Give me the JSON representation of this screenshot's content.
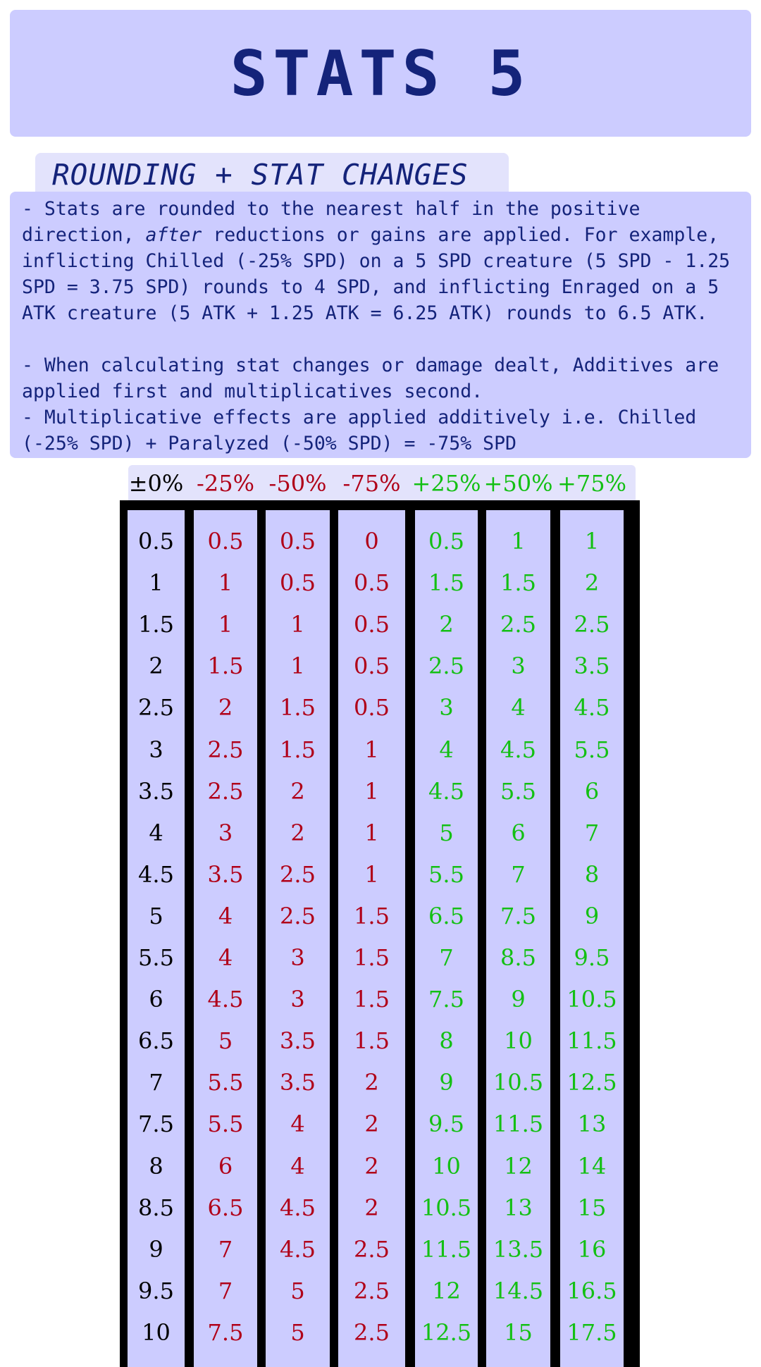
{
  "title": "STATS 5",
  "subtitle": "ROUNDING + STAT CHANGES",
  "description": {
    "p1_a": "- Stats are rounded to the nearest half in the positive direction, ",
    "p1_em": "after",
    "p1_b": " reductions or gains are applied. For example, inflicting Chilled (-25% SPD) on a 5 SPD creature (5 SPD - 1.25 SPD = 3.75 SPD) rounds to 4 SPD, and inflicting Enraged on a 5 ATK creature (5 ATK + 1.25 ATK = 6.25 ATK) rounds to 6.5 ATK.",
    "p2": "- When calculating stat changes or damage dealt, Additives are applied first and multiplicatives second.",
    "p3": "- Multiplicative effects are applied additively i.e. Chilled (-25% SPD) + Paralyzed (-50% SPD) = -75% SPD"
  },
  "colors": {
    "neutral": "#000000",
    "negative": "#b00018",
    "positive": "#13c013"
  },
  "table": {
    "columns": [
      {
        "header": "±0%",
        "tone": "neutral",
        "values": [
          "0.5",
          "1",
          "1.5",
          "2",
          "2.5",
          "3",
          "3.5",
          "4",
          "4.5",
          "5",
          "5.5",
          "6",
          "6.5",
          "7",
          "7.5",
          "8",
          "8.5",
          "9",
          "9.5",
          "10"
        ]
      },
      {
        "header": "-25%",
        "tone": "negative",
        "values": [
          "0.5",
          "1",
          "1",
          "1.5",
          "2",
          "2.5",
          "2.5",
          "3",
          "3.5",
          "4",
          "4",
          "4.5",
          "5",
          "5.5",
          "5.5",
          "6",
          "6.5",
          "7",
          "7",
          "7.5"
        ]
      },
      {
        "header": "-50%",
        "tone": "negative",
        "values": [
          "0.5",
          "0.5",
          "1",
          "1",
          "1.5",
          "1.5",
          "2",
          "2",
          "2.5",
          "2.5",
          "3",
          "3",
          "3.5",
          "3.5",
          "4",
          "4",
          "4.5",
          "4.5",
          "5",
          "5"
        ]
      },
      {
        "header": "-75%",
        "tone": "negative",
        "values": [
          "0",
          "0.5",
          "0.5",
          "0.5",
          "0.5",
          "1",
          "1",
          "1",
          "1",
          "1.5",
          "1.5",
          "1.5",
          "1.5",
          "2",
          "2",
          "2",
          "2",
          "2.5",
          "2.5",
          "2.5"
        ]
      },
      {
        "header": "+25%",
        "tone": "positive",
        "values": [
          "0.5",
          "1.5",
          "2",
          "2.5",
          "3",
          "4",
          "4.5",
          "5",
          "5.5",
          "6.5",
          "7",
          "7.5",
          "8",
          "9",
          "9.5",
          "10",
          "10.5",
          "11.5",
          "12",
          "12.5"
        ]
      },
      {
        "header": "+50%",
        "tone": "positive",
        "values": [
          "1",
          "1.5",
          "2.5",
          "3",
          "4",
          "4.5",
          "5.5",
          "6",
          "7",
          "7.5",
          "8.5",
          "9",
          "10",
          "10.5",
          "11.5",
          "12",
          "13",
          "13.5",
          "14.5",
          "15"
        ]
      },
      {
        "header": "+75%",
        "tone": "positive",
        "values": [
          "1",
          "2",
          "2.5",
          "3.5",
          "4.5",
          "5.5",
          "6",
          "7",
          "8",
          "9",
          "9.5",
          "10.5",
          "11.5",
          "12.5",
          "13",
          "14",
          "15",
          "16",
          "16.5",
          "17.5"
        ]
      }
    ]
  }
}
